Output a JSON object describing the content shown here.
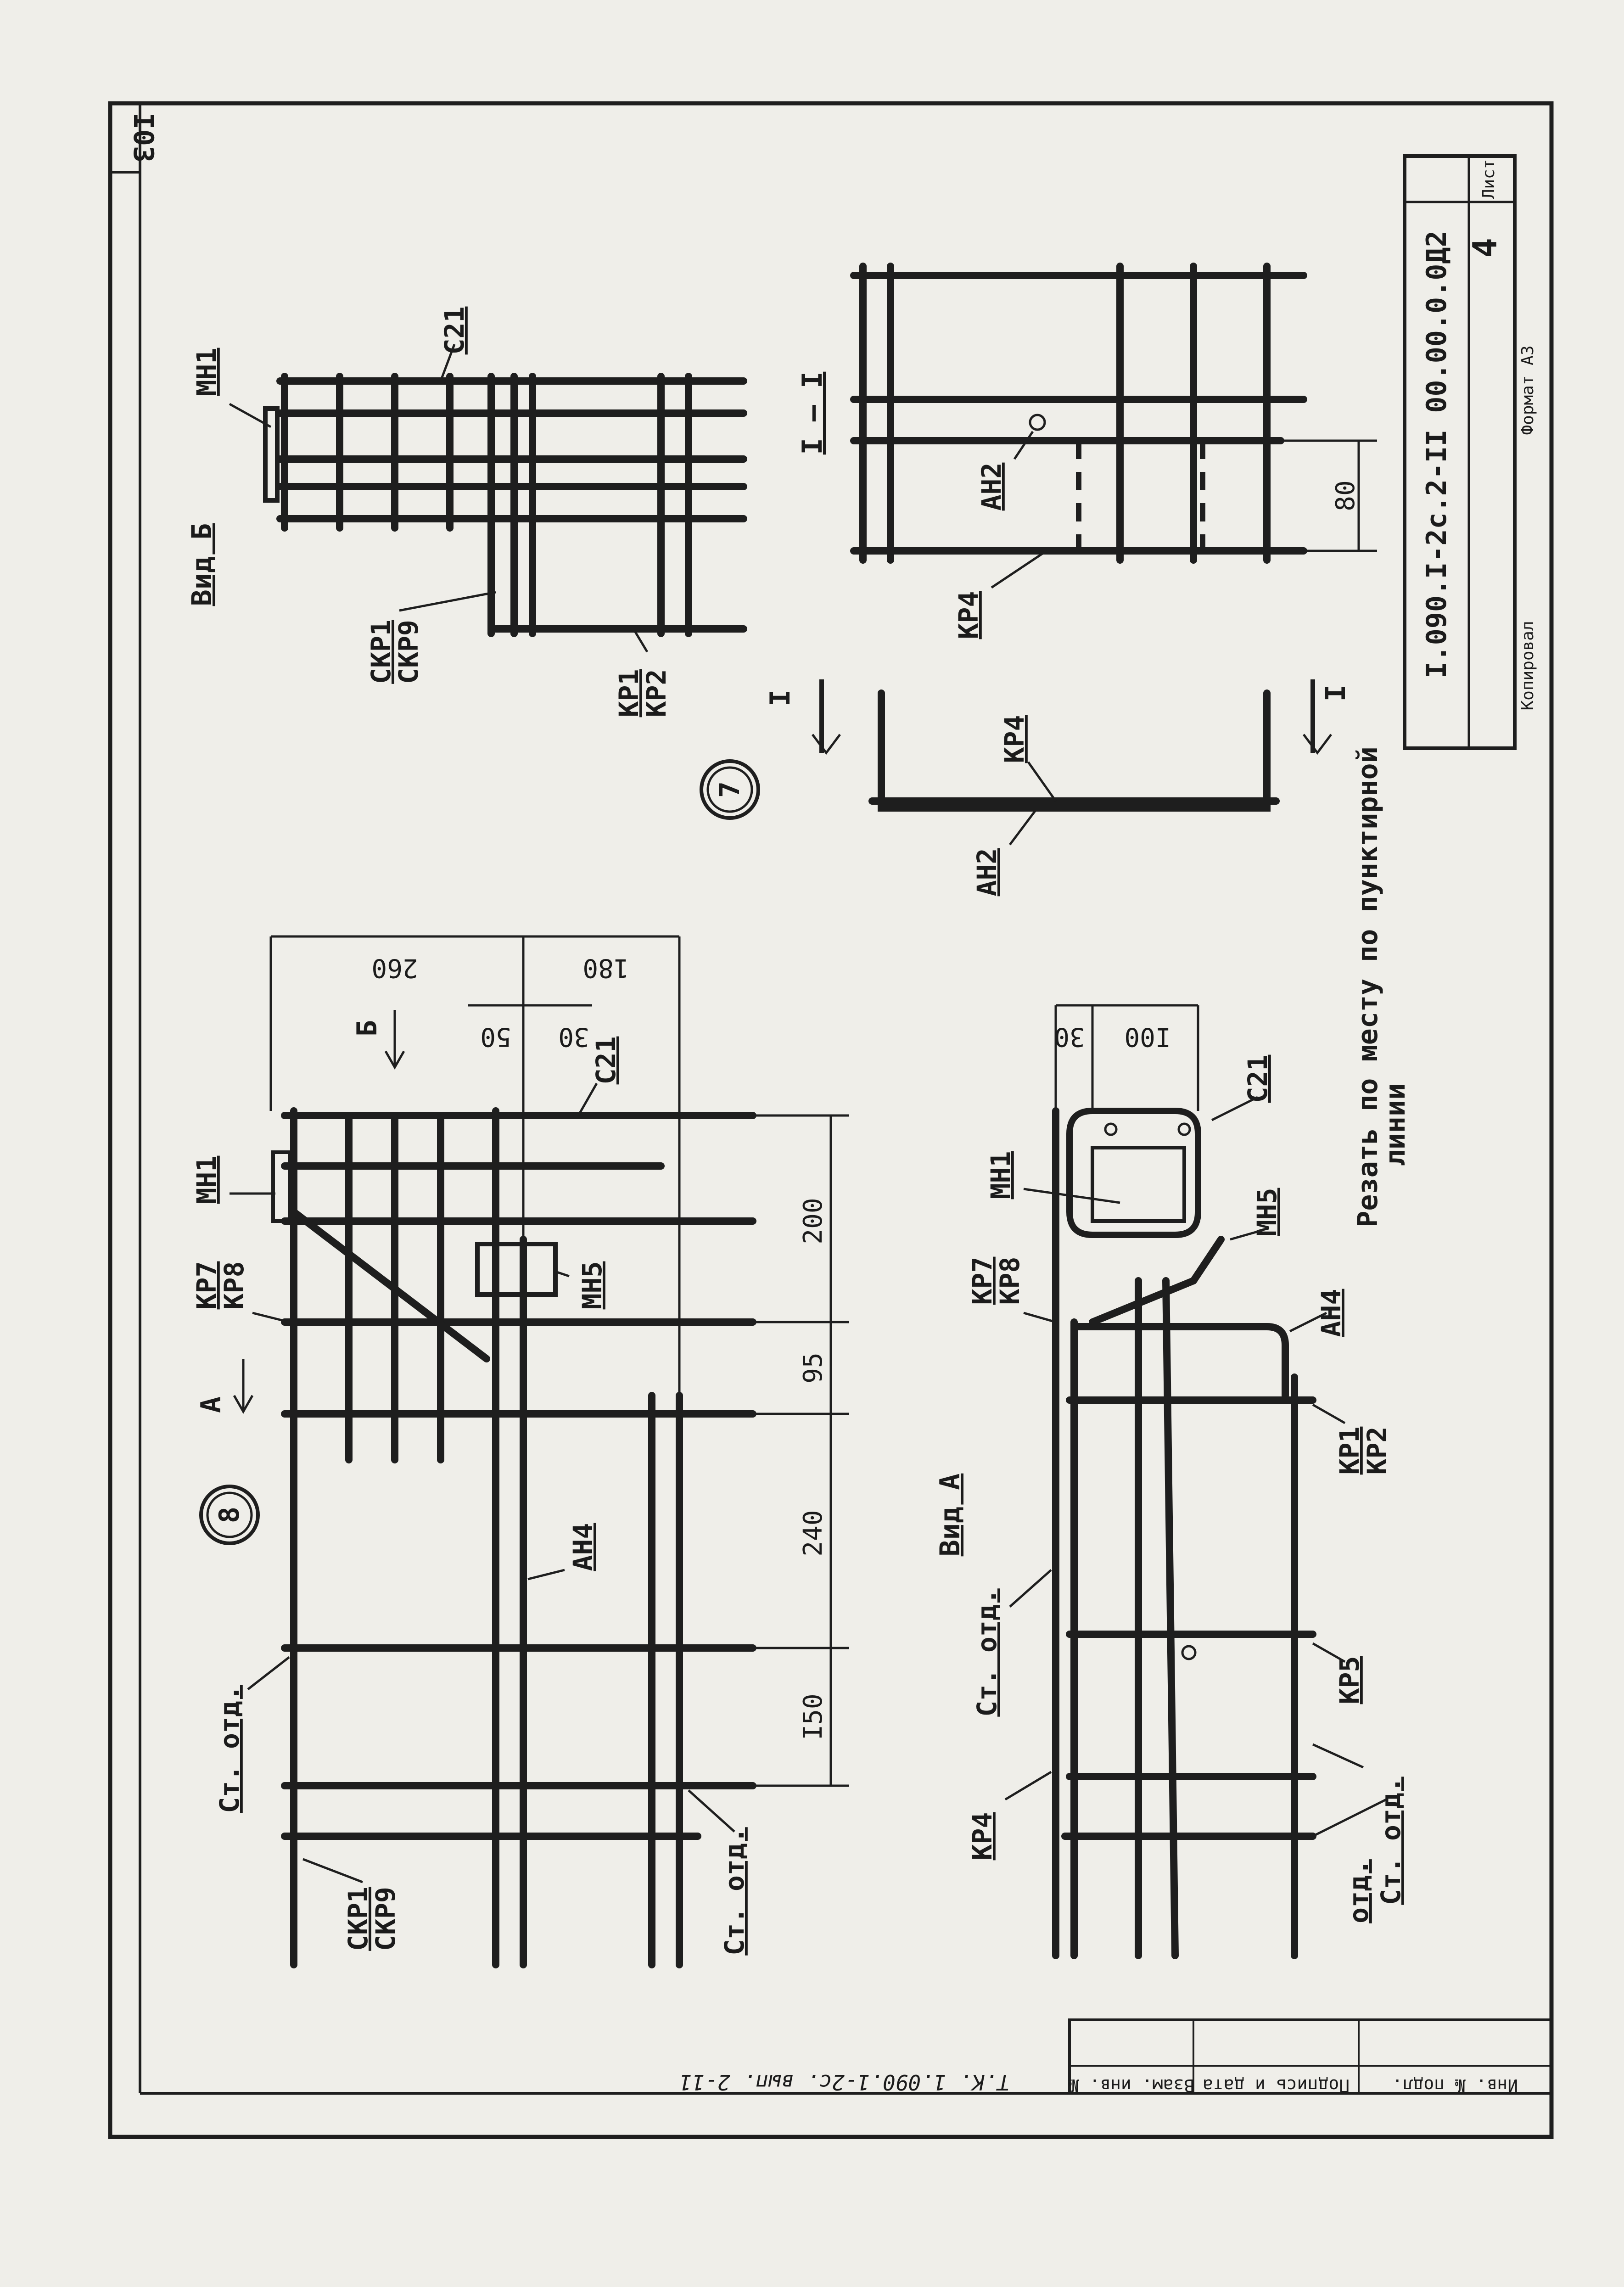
{
  "sheet": {
    "page_number": "I03",
    "doc_code": "I.090.I-2c.2-II 00.00.0.0Д2",
    "sheet_label": "Лист",
    "sheet_number": "4",
    "checked_by": "Копировал",
    "format": "Формат А3",
    "series_note": "Т.К. 1.090.1-2с. вып. 2-11",
    "stamp_fields": [
      "Инв. № подл.",
      "Подпись и дата",
      "Взам. инв. №"
    ]
  },
  "note": {
    "line1": "Резать по месту по пунктирной",
    "line2": "линии"
  },
  "view_b": {
    "title": "Вид Б",
    "labels": {
      "mh1": "МН1",
      "c21": "С21",
      "ckp1": "СКР1",
      "ckp9": "СКР9",
      "kp1": "КР1",
      "kp2": "КР2"
    }
  },
  "section_1": {
    "title": "I – I",
    "cut_mark": "I",
    "labels": {
      "ah2": "АН2",
      "kp4": "КР4"
    },
    "dim_80": "80"
  },
  "callouts": {
    "node7": "7",
    "node8": "8"
  },
  "plan": {
    "arrow_a": "А",
    "arrow_b": "Б",
    "dims_vertical": [
      "260",
      "180",
      "50",
      "30"
    ],
    "dims_horizontal": [
      "200",
      "95",
      "240",
      "I50"
    ],
    "labels": {
      "mh1": "МН1",
      "kp7": "КР7",
      "kp8": "КР8",
      "c21": "С21",
      "mh5": "МН5",
      "ah4": "АН4",
      "st_otd": "Ст. отд.",
      "ckp1": "СКР1",
      "ckp9": "СКР9"
    }
  },
  "view_a": {
    "title": "Вид А",
    "dims": [
      "30",
      "I00"
    ],
    "labels": {
      "mh1": "МН1",
      "c21": "С21",
      "mh5": "МН5",
      "kp7": "КР7",
      "kp8": "КР8",
      "ah4": "АН4",
      "kp1": "КР1",
      "kp2": "КР2",
      "kp5": "КР5",
      "kp4": "КР4",
      "st_otd": "Ст. отд.",
      "otd": "отд."
    }
  }
}
